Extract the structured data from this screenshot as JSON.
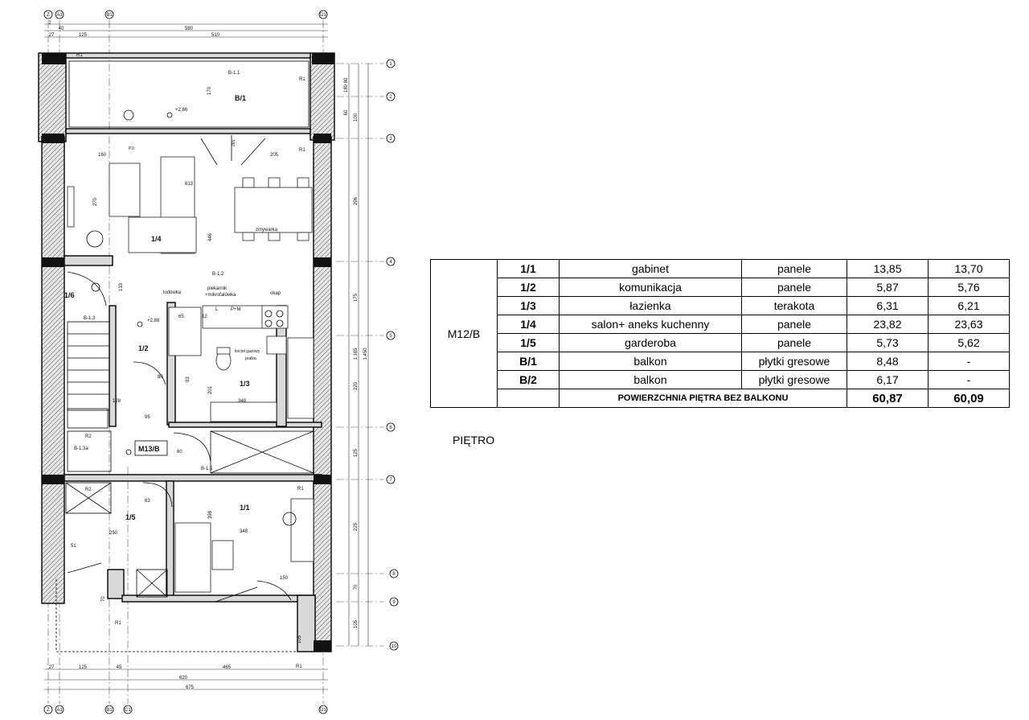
{
  "plan": {
    "unit_label": "M13/B",
    "grid_top": [
      "Z",
      "A1",
      "B1",
      "D1"
    ],
    "grid_bottom": [
      "Z",
      "A1",
      "B1",
      "C1",
      "D1"
    ],
    "grid_right": [
      "1",
      "2",
      "3",
      "4",
      "5",
      "6",
      "7",
      "8",
      "9",
      "10"
    ],
    "dims_top": [
      "2",
      "40",
      "580",
      "27",
      "125",
      "510"
    ],
    "dims_bottom": [
      "27",
      "125",
      "45",
      "465",
      "620",
      "675"
    ],
    "dims_right_outer": [
      "1.450",
      "1.165"
    ],
    "dims_right_inner": [
      "180",
      "100",
      "296",
      "175",
      "220",
      "125",
      "225",
      "70",
      "105"
    ],
    "dims_right_small": [
      "80",
      "60"
    ],
    "rooms": [
      {
        "id": "B/1"
      },
      {
        "id": "1/4"
      },
      {
        "id": "1/6"
      },
      {
        "id": "1/2"
      },
      {
        "id": "1/3"
      },
      {
        "id": "1/5"
      },
      {
        "id": "1/1"
      }
    ],
    "labels": {
      "r1": "R1",
      "r2": "R2",
      "b11": "B-1.1",
      "b12": "B-1.2",
      "b13": "B-1.3",
      "b13a": "B-1.3a",
      "b15": "B-1.5",
      "lev1": "+2,86",
      "lev2": "+2,88",
      "lodowka": "lodówka",
      "piekarnik": "piekarnik",
      "mikro": "+mikrofalówka",
      "okap": "okap",
      "zmywarka": "zmywarka",
      "pm": "P+M",
      "l": "L",
      "kociol": "kocioł gazowy",
      "pralka": "pralka",
      "d160": "160",
      "d205": "205",
      "d270": "270",
      "d613": "613",
      "d446": "446",
      "d133": "133",
      "d201": "201",
      "d128": "128",
      "d348a": "348",
      "d348b": "348",
      "d95": "95",
      "d250": "250",
      "d150": "150",
      "d398": "398",
      "d93": "93",
      "d65": "65",
      "d12": "12",
      "d80": "80",
      "d60": "60",
      "d83": "83",
      "d51": "51",
      "d70": "70",
      "d105": "105",
      "d170": "170",
      "d265": "265",
      "dp0": "P.0"
    }
  },
  "legend": {
    "group": "M12/B",
    "rows": [
      {
        "sym": "1/1",
        "name": "gabinet",
        "floor": "panele",
        "area1": "13,85",
        "area2": "13,70"
      },
      {
        "sym": "1/2",
        "name": "komunikacja",
        "floor": "panele",
        "area1": "5,87",
        "area2": "5,76"
      },
      {
        "sym": "1/3",
        "name": "łazienka",
        "floor": "terakota",
        "area1": "6,31",
        "area2": "6,21"
      },
      {
        "sym": "1/4",
        "name": "salon+ aneks kuchenny",
        "floor": "panele",
        "area1": "23,82",
        "area2": "23,63"
      },
      {
        "sym": "1/5",
        "name": "garderoba",
        "floor": "panele",
        "area1": "5,73",
        "area2": "5,62"
      },
      {
        "sym": "B/1",
        "name": "balkon",
        "floor": "płytki gresowe",
        "area1": "8,48",
        "area2": "-"
      },
      {
        "sym": "B/2",
        "name": "balkon",
        "floor": "płytki gresowe",
        "area1": "6,17",
        "area2": "-"
      }
    ],
    "footer_label": "POWIERZCHNIA PIĘTRA BEZ BALKONU",
    "total1": "60,87",
    "total2": "60,09"
  },
  "floor_label": "PIĘTRO"
}
